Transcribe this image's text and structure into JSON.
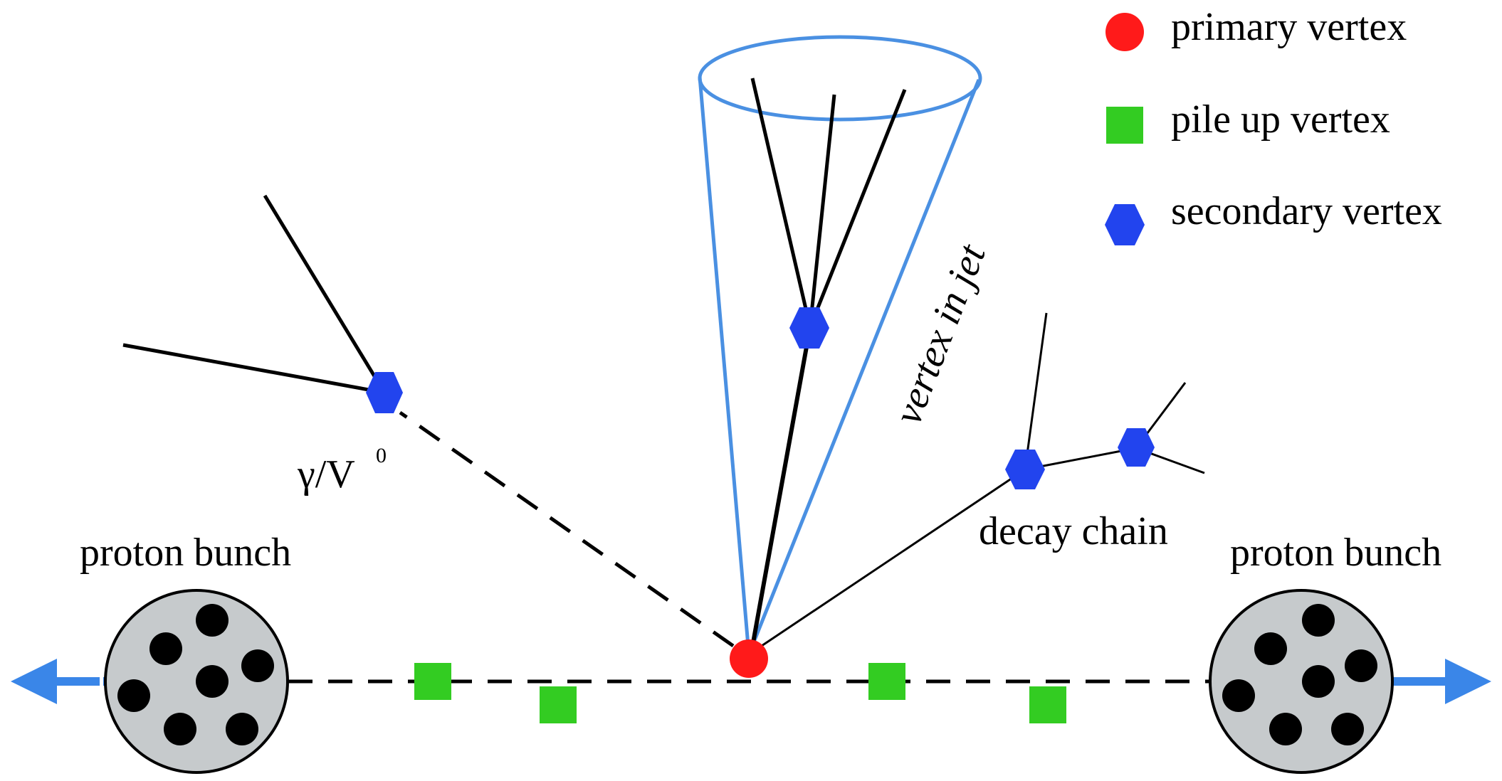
{
  "legend": {
    "primary": {
      "label": "primary vertex",
      "color": "#ff1a1a"
    },
    "pileup": {
      "label": "pile up vertex",
      "color": "#33cc22"
    },
    "secondary": {
      "label": "secondary vertex",
      "color": "#2244ee"
    }
  },
  "labels": {
    "proton_left": "proton bunch",
    "proton_right": "proton bunch",
    "conversion_main": "γ/V",
    "conversion_sup": "0",
    "jet": "vertex in jet",
    "decay": "decay chain"
  },
  "colors": {
    "beam_arrow": "#3a86e8",
    "jet_cone": "#4a90e2",
    "bunch_fill": "#c6cacc",
    "track": "#000000"
  }
}
